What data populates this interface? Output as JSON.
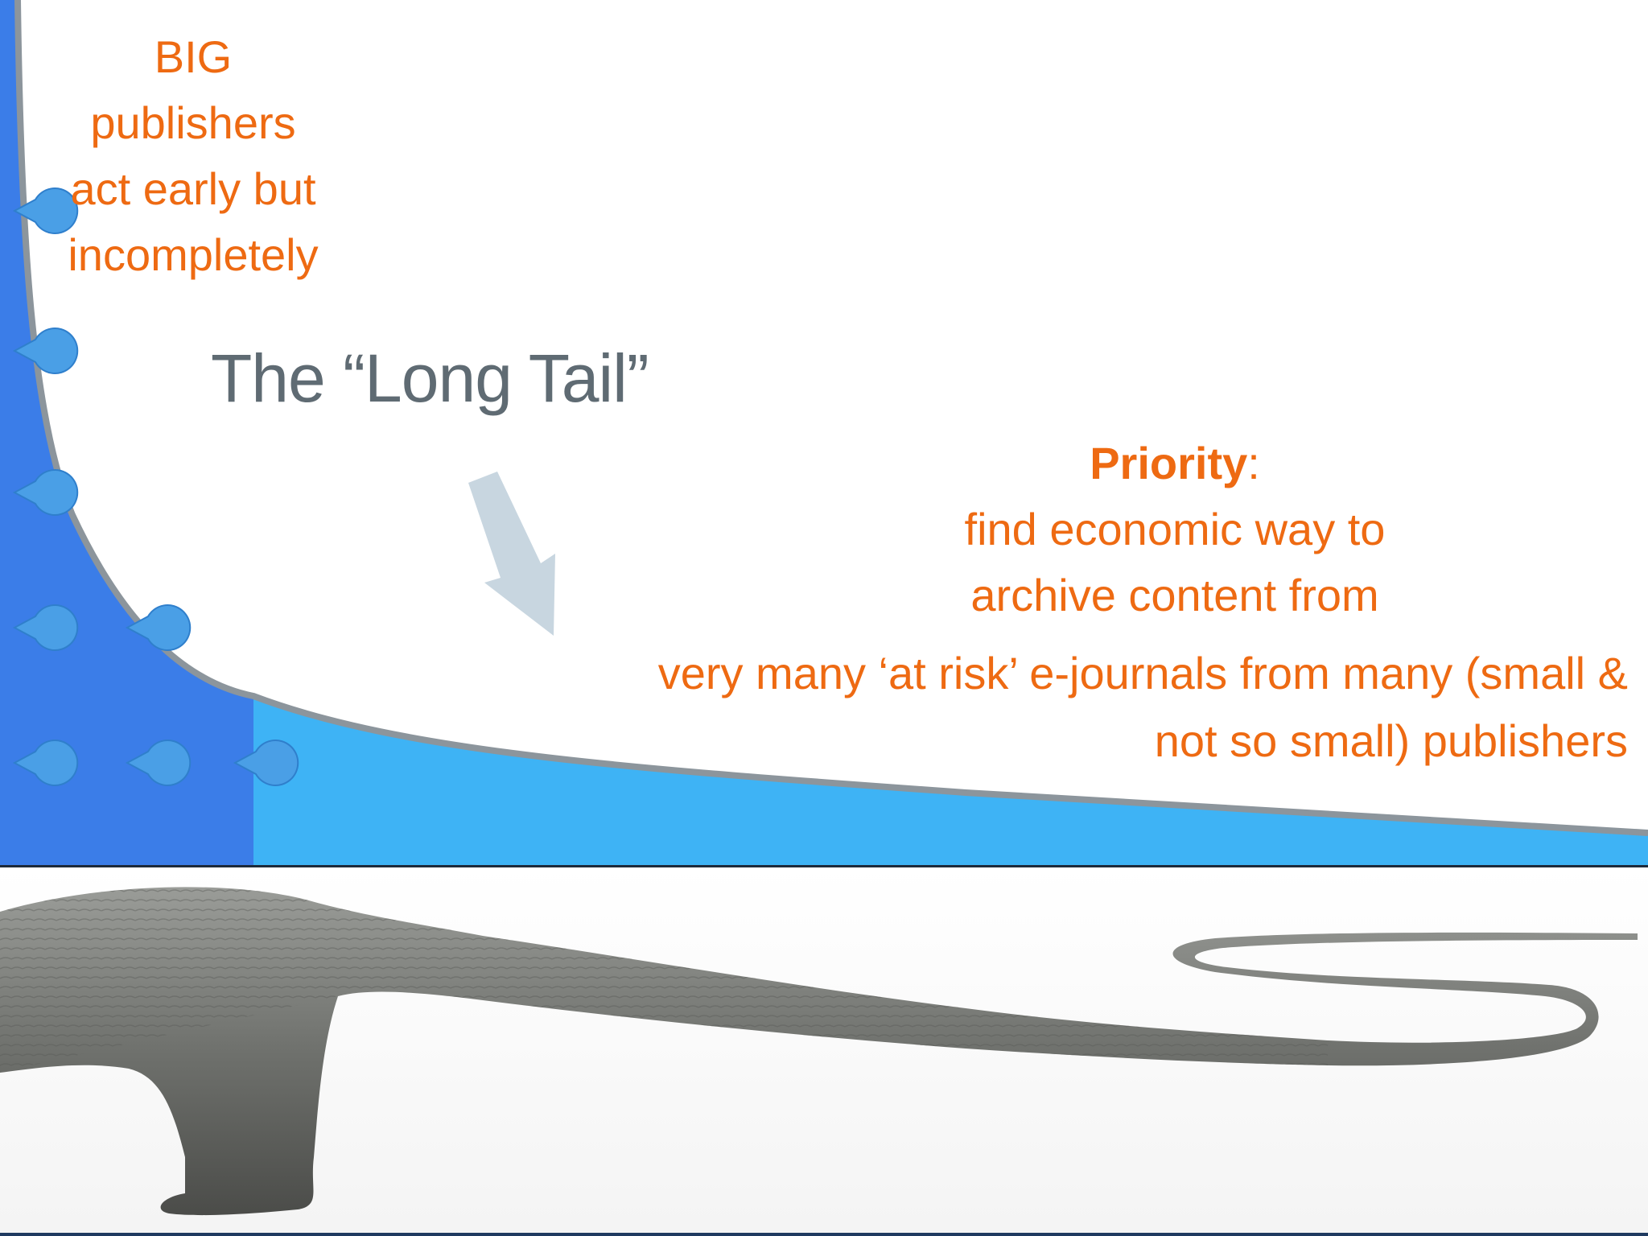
{
  "callouts": {
    "big_publishers": [
      "BIG",
      "publishers",
      "act early but",
      "incompletely"
    ],
    "long_tail_label": "The “Long Tail”",
    "priority": {
      "heading": "Priority",
      "heading_suffix": ":",
      "lines": [
        "find economic way to",
        "archive content from"
      ]
    },
    "at_risk": [
      "very many ‘at risk’ e-journals from many (small &",
      "not so small) publishers"
    ]
  },
  "colors": {
    "text_orange": "#ee6a12",
    "head_blue": "#3b7de8",
    "tail_blue": "#3eb3f5",
    "curve_gray": "#8c959c",
    "label_gray": "#5f6b73",
    "arrow_gray": "#c8d6e0"
  },
  "icons": {
    "arrow": "arrow-down-right-icon",
    "markers": "pacman-marker-icon",
    "photo": "dinosaur-tail-illustration"
  }
}
